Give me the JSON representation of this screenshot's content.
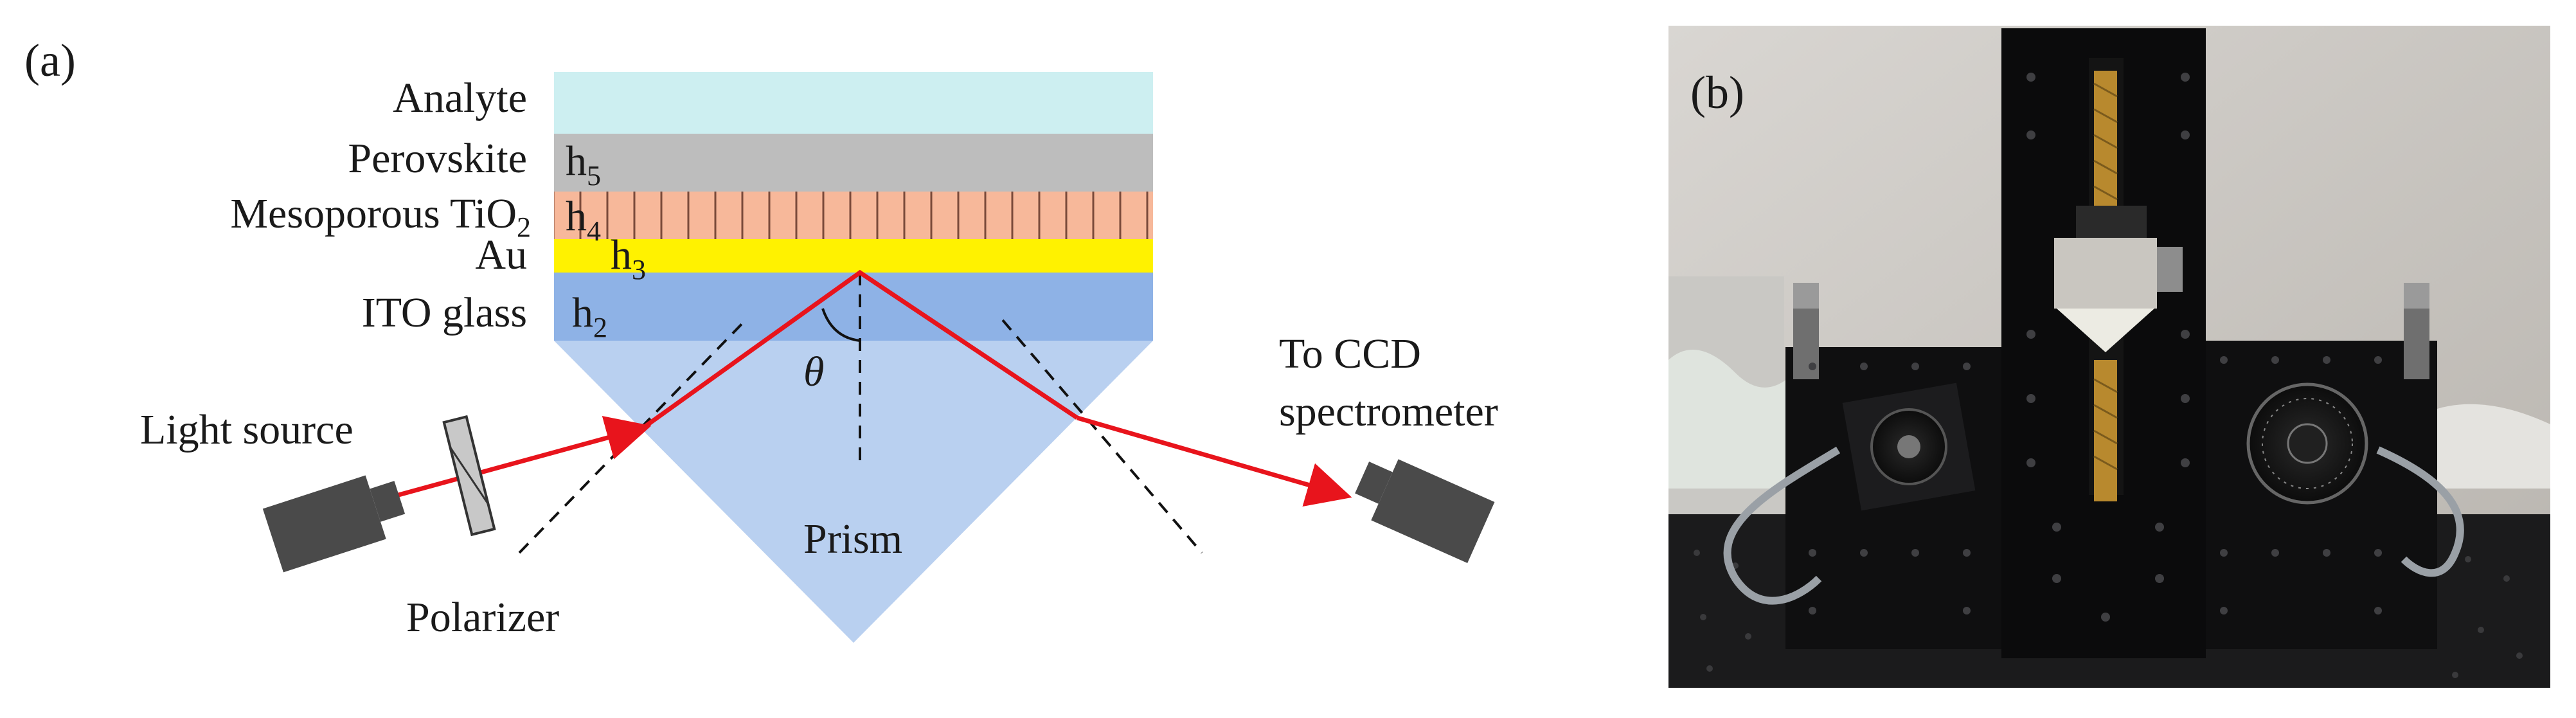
{
  "panel_a": {
    "label": "(a)",
    "layers": [
      {
        "name": "Analyte",
        "sym": "",
        "sub": ""
      },
      {
        "name": "Perovskite",
        "sym": "h",
        "sub": "5"
      },
      {
        "name": "Mesoporous TiO",
        "name_sub": "2",
        "sym": "h",
        "sub": "4"
      },
      {
        "name": "Au",
        "sym": "h",
        "sub": "3"
      },
      {
        "name": "ITO glass",
        "sym": "h",
        "sub": "2"
      }
    ],
    "angle_symbol": "θ",
    "prism_label": "Prism",
    "light_source_label": "Light source",
    "polarizer_label": "Polarizer",
    "detector_label_line1": "To CCD",
    "detector_label_line2": "spectrometer",
    "colors": {
      "analyte": "#cdeff1",
      "perovskite": "#bdbdbd",
      "tio2": "#f7b89a",
      "au": "#fff200",
      "ito": "#8eb2e6",
      "prism": "#b9d0f0",
      "beam": "#e8141c",
      "device": "#4a4a4a"
    }
  },
  "panel_b": {
    "label": "(b)"
  }
}
